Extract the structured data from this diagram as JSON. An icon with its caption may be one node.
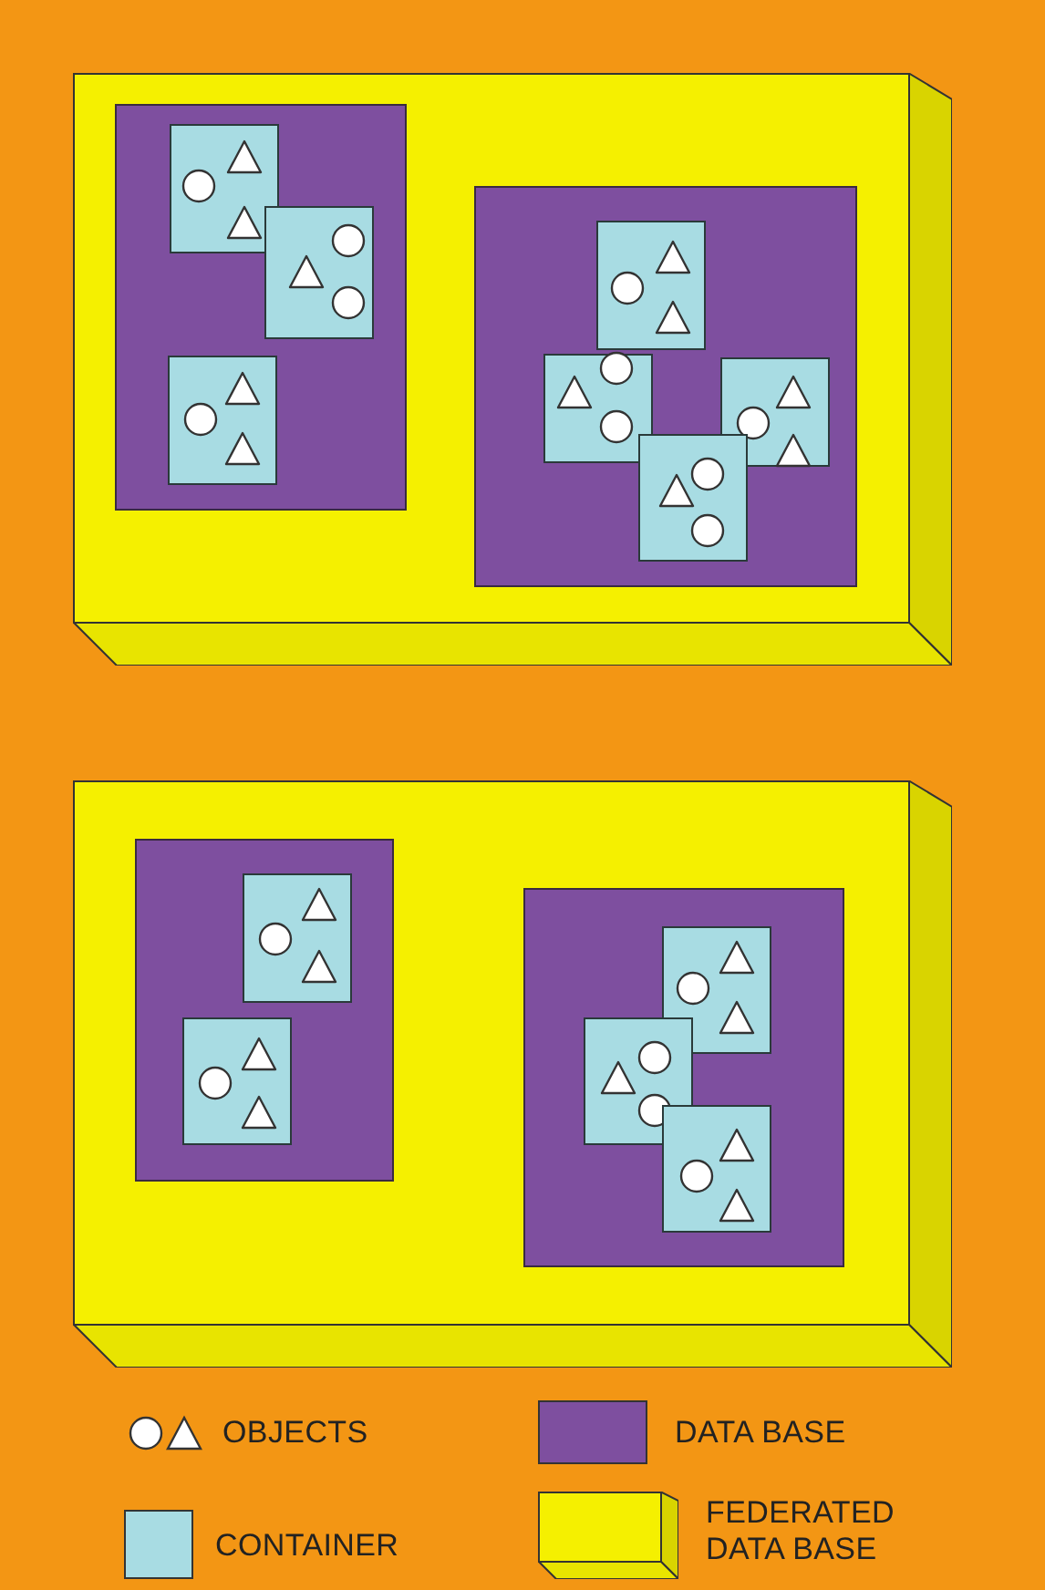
{
  "diagram": {
    "nodes": [
      {
        "text": [],
        "shape": "box"
      },
      {
        "text": [],
        "shape": "box",
        "in": 0
      },
      {
        "text": [],
        "shape": "box",
        "in": 1
      },
      {
        "text": [],
        "shape": "triangle",
        "in": 2
      },
      {
        "text": [],
        "shape": "circle",
        "in": 2
      },
      {
        "text": [],
        "shape": "triangle",
        "in": 2
      },
      {
        "text": [],
        "shape": "box",
        "in": 1
      },
      {
        "text": [],
        "shape": "circle",
        "in": 6
      },
      {
        "text": [],
        "shape": "triangle",
        "in": 6
      },
      {
        "text": [],
        "shape": "circle",
        "in": 6
      },
      {
        "text": [],
        "shape": "box",
        "in": 1
      },
      {
        "text": [],
        "shape": "triangle",
        "in": 10
      },
      {
        "text": [],
        "shape": "circle",
        "in": 10
      },
      {
        "text": [],
        "shape": "triangle",
        "in": 10
      },
      {
        "text": [],
        "shape": "box",
        "in": 0
      },
      {
        "text": [],
        "shape": "box",
        "in": 14
      },
      {
        "text": [],
        "shape": "triangle",
        "in": 15
      },
      {
        "text": [],
        "shape": "circle",
        "in": 15
      },
      {
        "text": [],
        "shape": "triangle",
        "in": 15
      },
      {
        "text": [],
        "shape": "box",
        "in": 14
      },
      {
        "text": [],
        "shape": "circle",
        "in": 19
      },
      {
        "text": [],
        "shape": "triangle",
        "in": 19
      },
      {
        "text": [],
        "shape": "circle",
        "in": 19
      },
      {
        "text": [],
        "shape": "box",
        "in": 14
      },
      {
        "text": [],
        "shape": "triangle",
        "in": 23
      },
      {
        "text": [],
        "shape": "circle",
        "in": 23
      },
      {
        "text": [],
        "shape": "triangle",
        "in": 23
      },
      {
        "text": [],
        "shape": "box",
        "in": 14
      },
      {
        "text": [],
        "shape": "circle",
        "in": 27
      },
      {
        "text": [],
        "shape": "triangle",
        "in": 27
      },
      {
        "text": [],
        "shape": "circle",
        "in": 27
      },
      {
        "text": [],
        "shape": "box"
      },
      {
        "text": [],
        "shape": "box",
        "in": 31
      },
      {
        "text": [],
        "shape": "box",
        "in": 32
      },
      {
        "text": [],
        "shape": "triangle",
        "in": 33
      },
      {
        "text": [],
        "shape": "circle",
        "in": 33
      },
      {
        "text": [],
        "shape": "triangle",
        "in": 33
      },
      {
        "text": [],
        "shape": "box",
        "in": 32
      },
      {
        "text": [],
        "shape": "triangle",
        "in": 37
      },
      {
        "text": [],
        "shape": "circle",
        "in": 37
      },
      {
        "text": [],
        "shape": "triangle",
        "in": 37
      },
      {
        "text": [],
        "shape": "box",
        "in": 31
      },
      {
        "text": [],
        "shape": "box",
        "in": 41
      },
      {
        "text": [],
        "shape": "triangle",
        "in": 42
      },
      {
        "text": [],
        "shape": "circle",
        "in": 42
      },
      {
        "text": [],
        "shape": "triangle",
        "in": 42
      },
      {
        "text": [],
        "shape": "box",
        "in": 41
      },
      {
        "text": [],
        "shape": "circle",
        "in": 46
      },
      {
        "text": [],
        "shape": "triangle",
        "in": 46
      },
      {
        "text": [],
        "shape": "circle",
        "in": 46
      },
      {
        "text": [],
        "shape": "box",
        "in": 41
      },
      {
        "text": [],
        "shape": "triangle",
        "in": 50
      },
      {
        "text": [],
        "shape": "circle",
        "in": 50
      },
      {
        "text": [],
        "shape": "triangle",
        "in": 50
      }
    ],
    "legend": [
      {
        "text": "OBJECTS"
      },
      {
        "text": "DATA BASE",
        "color": "#7e4f9f"
      },
      {
        "text": "CONTAINER",
        "color": "#a8dce3"
      },
      {
        "text": "FEDERATED DATA BASE"
      }
    ]
  }
}
